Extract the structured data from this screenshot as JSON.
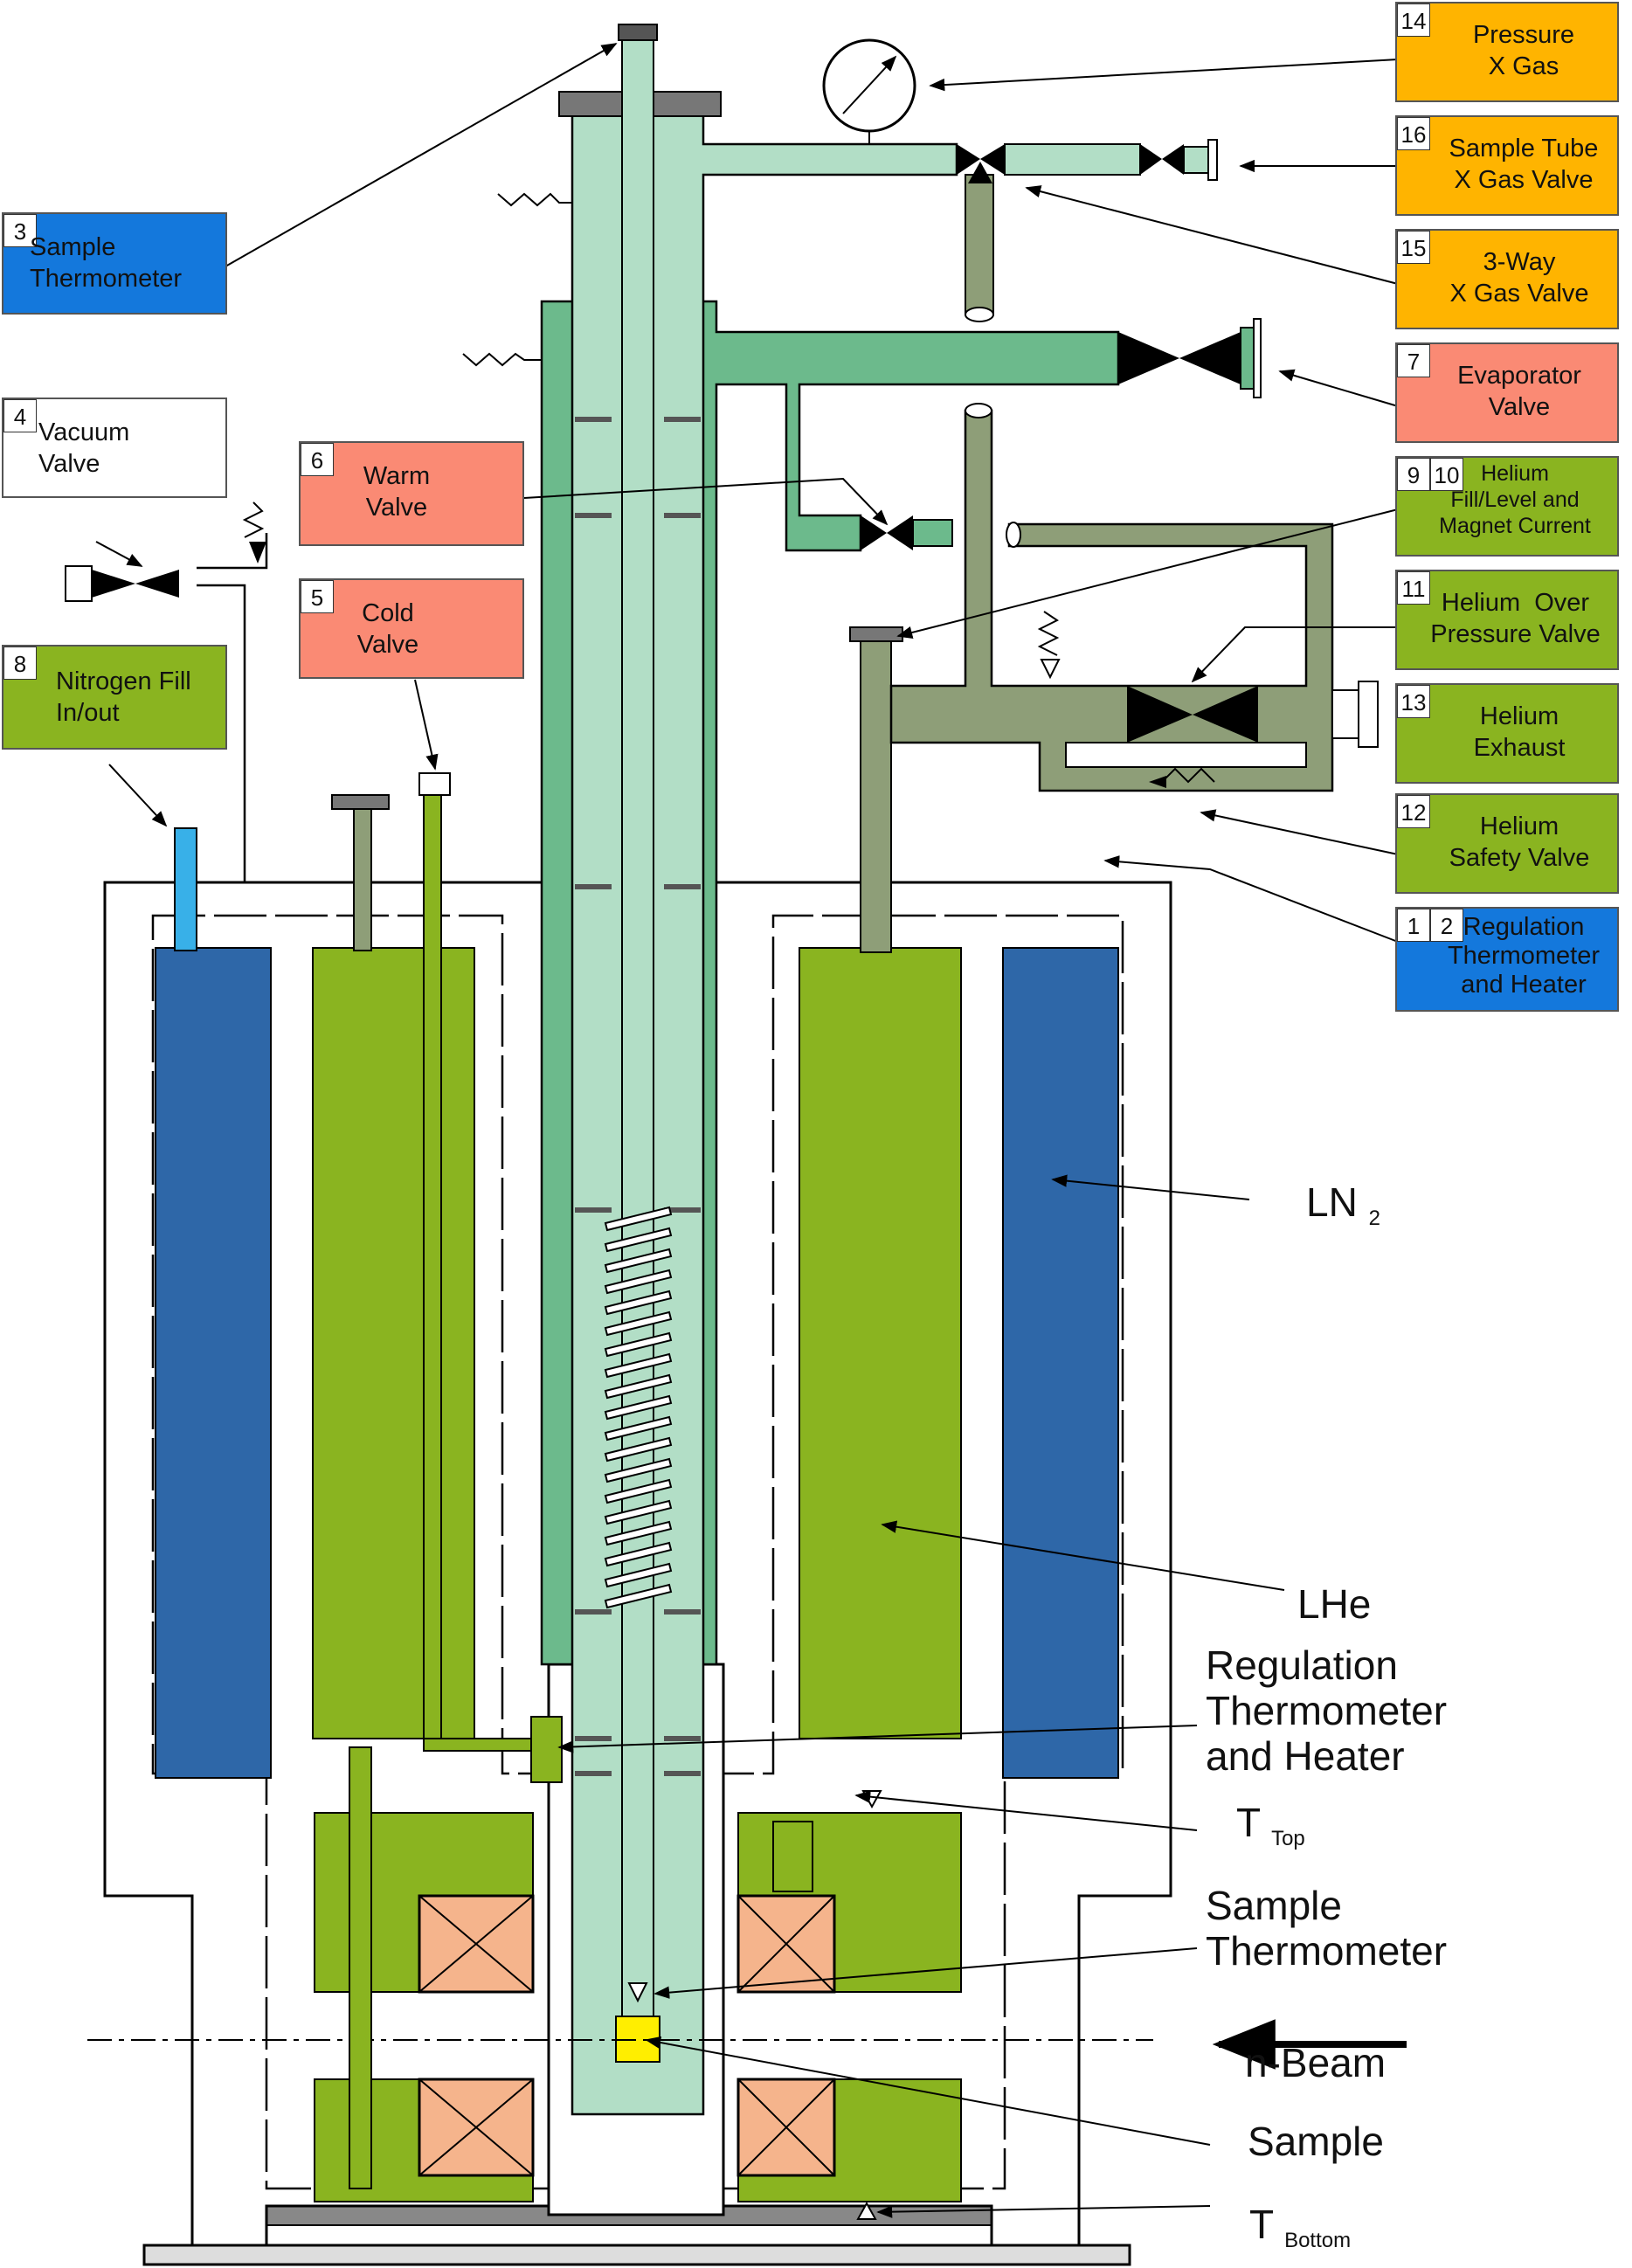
{
  "colors": {
    "orange": "#FFB400",
    "salmon": "#FA8A74",
    "green": "#8AB420",
    "blue": "#1478DC",
    "ln2": "#2E67A8",
    "inner_tube": "#B2DEC6",
    "outer_tube": "#6CBA8C",
    "pipe_olive": "#8E9E78",
    "coil": "#F5B48C",
    "sample": "#FFEE00"
  },
  "labels": {
    "l14": {
      "num": "14",
      "text": "Pressure\nX Gas"
    },
    "l16": {
      "num": "16",
      "text": "Sample Tube\nX Gas Valve"
    },
    "l15": {
      "num": "15",
      "text": "3-Way\nX Gas Valve"
    },
    "l7": {
      "num": "7",
      "text": "Evaporator\nValve"
    },
    "l9": {
      "num": "9",
      "num2": "10",
      "text": "Helium\nFill/Level and\nMagnet Current"
    },
    "l11": {
      "num": "11",
      "text": "Helium  Over\nPressure Valve"
    },
    "l13": {
      "num": "13",
      "text": "Helium\nExhaust"
    },
    "l12": {
      "num": "12",
      "text": "Helium\nSafety Valve"
    },
    "l1": {
      "num": "1",
      "num2": "2",
      "text": "Regulation\nThermometer\nand Heater"
    },
    "l3": {
      "num": "3",
      "text": "Sample\nThermometer"
    },
    "l4": {
      "num": "4",
      "text": "Vacuum\nValve"
    },
    "l6": {
      "num": "6",
      "text": "Warm\nValve"
    },
    "l5": {
      "num": "5",
      "text": "Cold\nValve"
    },
    "l8": {
      "num": "8",
      "text": "Nitrogen Fill\nIn/out"
    }
  },
  "annotations": {
    "ln2": "LN",
    "ln2_sub": "2",
    "lhe": "LHe",
    "regulation": "Regulation\nThermometer\nand Heater",
    "ttop": "T",
    "ttop_sub": "Top",
    "sample_thermo": "Sample\nThermometer",
    "nbeam": "n-Beam",
    "sample": "Sample",
    "tbottom": "T",
    "tbottom_sub": "Bottom"
  }
}
